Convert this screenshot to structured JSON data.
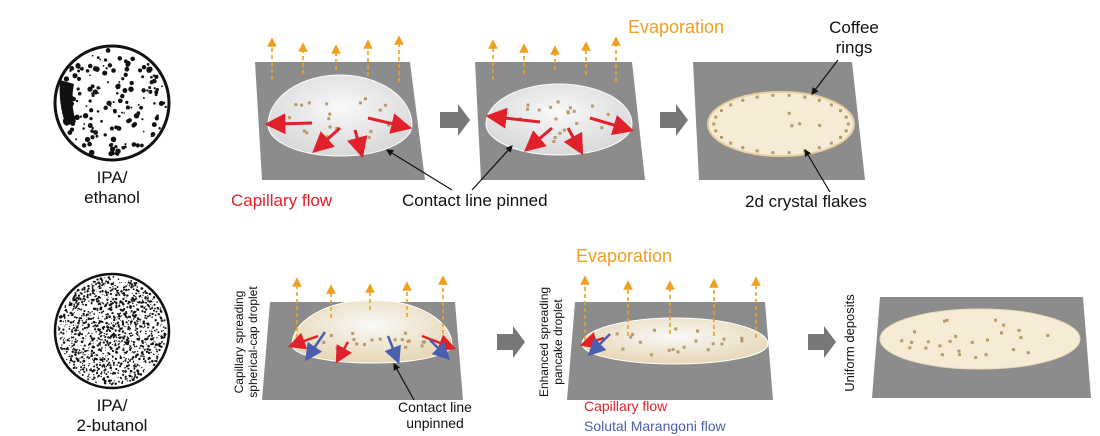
{
  "colors": {
    "plate": "#8c8c8c",
    "droplet": "#f3ead6",
    "evaporation": "#f0a020",
    "capillary": "#e0202a",
    "marangoni": "#4a5fb0",
    "particle": "#b89a68",
    "process_arrow": "#777777"
  },
  "row1": {
    "solvent_line1": "IPA/",
    "solvent_line2": "ethanol",
    "evaporation": "Evaporation",
    "coffee_line1": "Coffee",
    "coffee_line2": "rings",
    "capillary_flow": "Capillary flow",
    "contact_line_pinned": "Contact line pinned",
    "crystal_flakes": "2d crystal flakes"
  },
  "row2": {
    "solvent_line1": "IPA/",
    "solvent_line2": "2-butanol",
    "evaporation": "Evaporation",
    "capillary_spreading_line1": "Capillary spreading",
    "capillary_spreading_line2": "spherical-cap droplet",
    "contact_unpinned_line1": "Contact line",
    "contact_unpinned_line2": "unpinned",
    "enhanced_spreading_line1": "Enhanced spreading",
    "enhanced_spreading_line2": "pancake droplet",
    "capillary_flow": "Capillary flow",
    "marangoni_flow": "Solutal Marangoni flow",
    "uniform_deposits": "Uniform deposits"
  }
}
